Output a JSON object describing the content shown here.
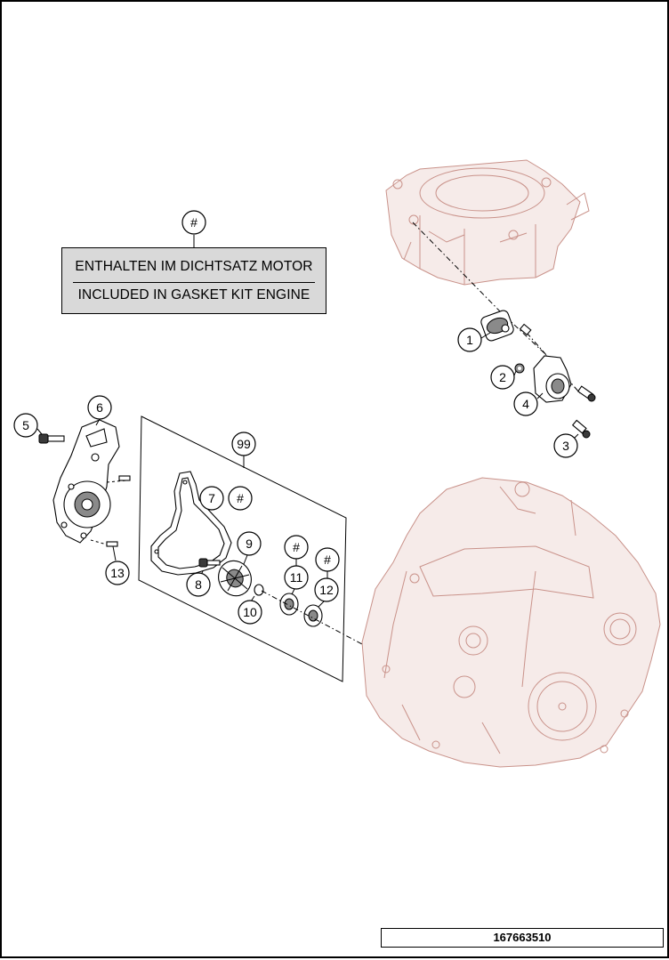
{
  "note": {
    "marker": "#",
    "line_de": "ENTHALTEN IM DICHTSATZ MOTOR",
    "line_en": "INCLUDED IN GASKET KIT ENGINE"
  },
  "drawing_number": "167663510",
  "callouts": {
    "c1": "1",
    "c2": "2",
    "c3": "3",
    "c4": "4",
    "c5": "5",
    "c6": "6",
    "c7": "7",
    "c7_mark": "#",
    "c8": "8",
    "c9": "9",
    "c10": "10",
    "c11_mark": "#",
    "c11": "11",
    "c12_mark": "#",
    "c12": "12",
    "c13": "13",
    "c99": "99"
  }
}
